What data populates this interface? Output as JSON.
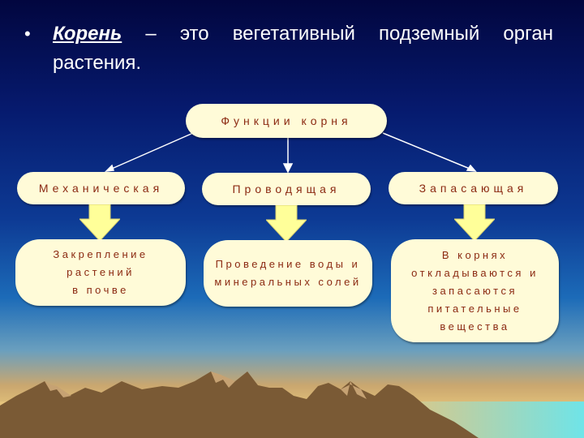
{
  "bullet": {
    "term": "Корень",
    "words": [
      "–",
      "это",
      "вегетативный",
      "подземный",
      "орган"
    ],
    "line2": "растения."
  },
  "diagram": {
    "root": "Функции корня",
    "functions": [
      "Механическая",
      "Проводящая",
      "Запасающая"
    ],
    "descriptions": [
      [
        "Закрепление растений",
        "в почве"
      ],
      [
        "Проведение воды и",
        "минеральных солей"
      ],
      [
        "В корнях",
        "откладываются и",
        "запасаются",
        "питательные вещества"
      ]
    ]
  },
  "colors": {
    "box_fill": "#fffbd8",
    "box_text": "#8b2a12",
    "arrow_fill": "#ffff99",
    "sky_top": "#02063f",
    "mountains": "#7a5a35"
  }
}
